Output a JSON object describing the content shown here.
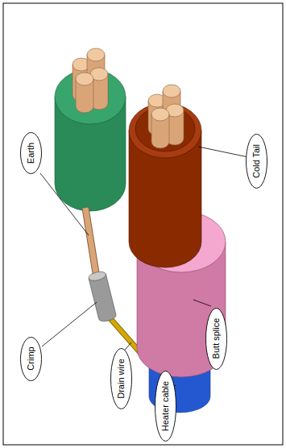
{
  "diagram": {
    "nodes": [
      {
        "text": [
          "Earth"
        ]
      },
      {
        "text": [
          "Cold Tail"
        ]
      },
      {
        "text": [
          "Crimp"
        ]
      },
      {
        "text": [
          "Drain wire"
        ]
      },
      {
        "text": [
          "Butt splice"
        ]
      },
      {
        "text": [
          "Heater cable"
        ]
      }
    ]
  }
}
